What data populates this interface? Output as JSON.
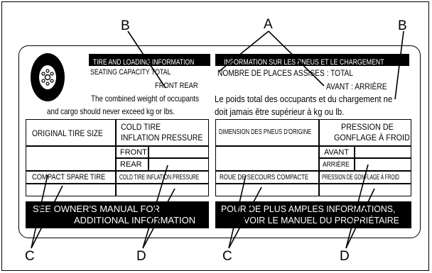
{
  "callouts": {
    "a": "A",
    "b_left": "B",
    "b_right": "B",
    "c_left": "C",
    "c_right": "C",
    "d_left": "D",
    "d_right": "D"
  },
  "english": {
    "header": "TIRE AND LOADING INFORMATION",
    "seating_capacity": "SEATING CAPACITY  TOTAL",
    "front_rear": "FRONT  REAR",
    "weight_line1": "The combined weight of occupants",
    "weight_line2": "and cargo should never exceed      kg or      lbs.",
    "original_tire_size": "ORIGINAL TIRE SIZE",
    "cold_tire_inflation": "COLD TIRE",
    "cold_tire_inflation2": "INFLATION PRESSURE",
    "front": "FRONT",
    "rear": "REAR",
    "compact_spare": "COMPACT SPARE TIRE",
    "cold_tire_pressure": "COLD TIRE INFLATION PRESSURE",
    "footer_line1": "SEE OWNER'S MANUAL FOR",
    "footer_line2": "ADDITIONAL INFORMATION"
  },
  "french": {
    "header": "INFORMATION SUR LES PNEUS ET LE CHARGEMENT",
    "places": "NOMBRE DE PLACES ASSISES : TOTAL",
    "avant_arriere": "AVANT   : ARRIÈRE",
    "poids_line1": "Le poids total des occupants et du chargement ne",
    "poids_line2": "doit jamais être supérieur à     kg ou     lb.",
    "dimension": "DIMENSION DES PNEUS D'ORIGINE",
    "pression": "PRESSION DE",
    "pression2": "GONFLAGE À FROID",
    "avant": "AVANT",
    "arriere": "ARRIÈRE",
    "roue_secours": "ROUE DE SECOURS COMPACTE",
    "pression_froid": "PRESSION DE GONFLAGE À FROID",
    "footer_line1": "POUR DE PLUS AMPLES INFORMATIONS,",
    "footer_line2": "VOIR LE MANUEL DU PROPRIÉTAIRE"
  }
}
